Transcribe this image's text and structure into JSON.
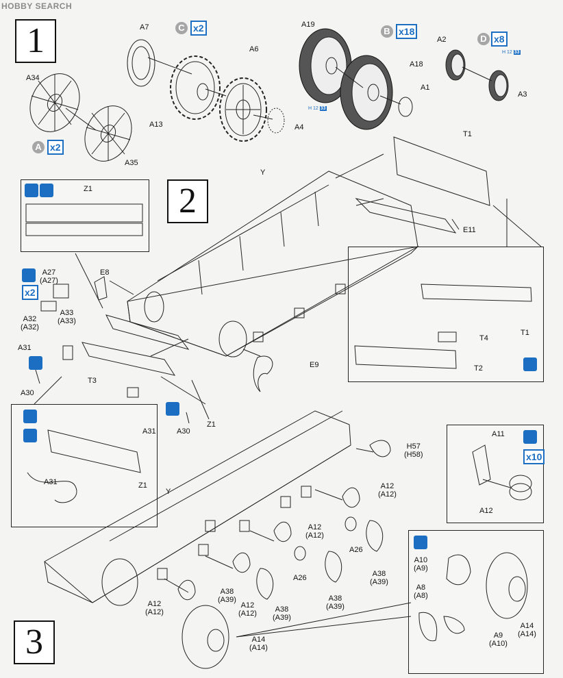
{
  "watermark": "HOBBY SEARCH",
  "steps": [
    "1",
    "2",
    "3"
  ],
  "step1": {
    "badges": [
      {
        "letter": "C",
        "qty": "x2"
      },
      {
        "letter": "B",
        "qty": "x18"
      },
      {
        "letter": "D",
        "qty": "x8"
      },
      {
        "letter": "A",
        "qty": "x2"
      }
    ],
    "mini_notes": [
      {
        "prefix": "H",
        "num": "12",
        "code": "33"
      },
      {
        "prefix": "H",
        "num": "12",
        "code": "33"
      }
    ],
    "labels": [
      "A7",
      "A6",
      "A13",
      "A4",
      "A34",
      "A35",
      "A19",
      "A18",
      "A1",
      "A2",
      "A3"
    ]
  },
  "step2": {
    "labels": [
      "T1",
      "Y",
      "E11",
      "Z1",
      "E8",
      "A27\n(A27)",
      "A32\n(A32)",
      "A33\n(A33)",
      "A31",
      "A30",
      "T3",
      "A31",
      "A30",
      "Z1",
      "E9",
      "T1",
      "T4",
      "T2",
      "A31",
      "Z1"
    ]
  },
  "step3": {
    "labels": [
      "H57\n(H58)",
      "A11",
      "A12",
      "Y",
      "A12\n(A12)",
      "A12\n(A12)",
      "A26",
      "A38\n(A39)",
      "A26",
      "A38\n(A39)",
      "A12\n(A12)",
      "A38\n(A39)",
      "A12\n(A12)",
      "A38\n(A39)",
      "A14\n(A14)",
      "A10\n(A9)",
      "A8\n(A8)",
      "A9\n(A10)",
      "A14\n(A14)"
    ],
    "qty": "x10"
  }
}
